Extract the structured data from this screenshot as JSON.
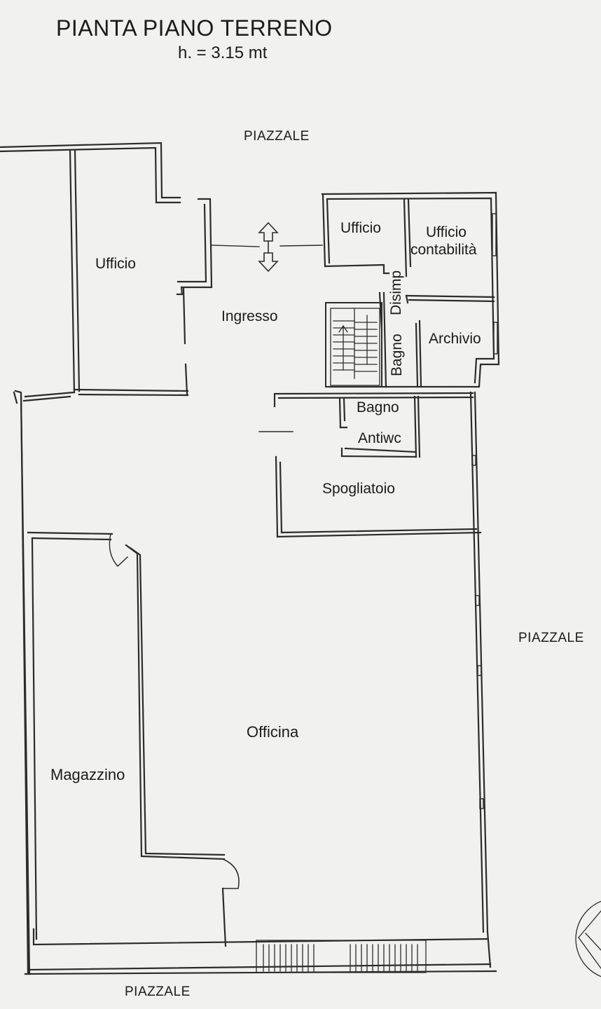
{
  "header": {
    "title": "PIANTA PIANO TERRENO",
    "height_note": "h. = 3.15 mt"
  },
  "outside_labels": {
    "top": "PIAZZALE",
    "right": "PIAZZALE",
    "bottom": "PIAZZALE"
  },
  "rooms": {
    "ufficio_left": "Ufficio",
    "ingresso": "Ingresso",
    "ufficio_small": "Ufficio",
    "ufficio_contabilita_line1": "Ufficio",
    "ufficio_contabilita_line2": "contabilità",
    "disimp": "Disimp",
    "bagno_vertical": "Bagno",
    "archivio": "Archivio",
    "bagno": "Bagno",
    "antiwc": "Antiwc",
    "spogliatoio": "Spogliatoio",
    "officina": "Officina",
    "magazzino": "Magazzino"
  },
  "colors": {
    "paper": "#f1f1ef",
    "ink": "#2a2a2a"
  }
}
